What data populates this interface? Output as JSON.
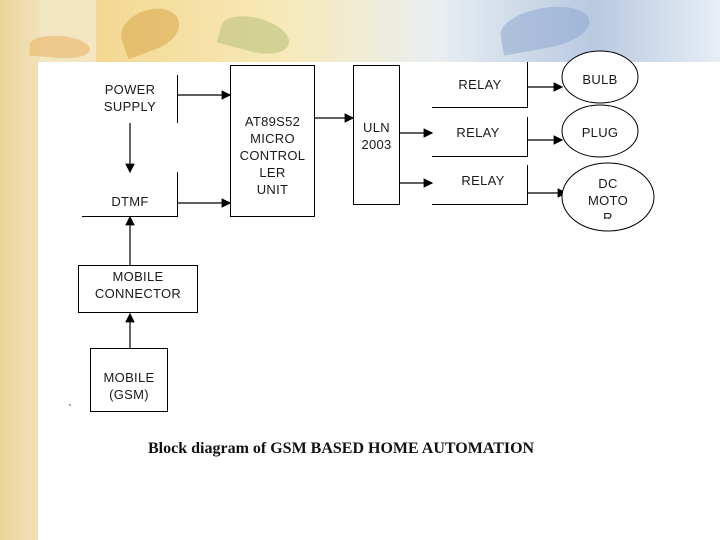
{
  "diagram": {
    "power_supply": "POWER\nSUPPLY",
    "dtmf": "DTMF",
    "mobile_connector": "MOBILE\nCONNECTOR",
    "mobile_gsm": "MOBILE\n(GSM)",
    "microcontroller": "AT89S52\nMICRO\nCONTROL\nLER\nUNIT",
    "uln": "ULN\n2003",
    "relay_1": "RELAY",
    "relay_2": "RELAY",
    "relay_3": "RELAY",
    "bulb": "BULB",
    "plug": "PLUG",
    "dc_motor": "DC\nMOTO\nR",
    "backtick": "`",
    "caption": "Block diagram  of GSM BASED HOME AUTOMATION"
  },
  "colors": {
    "background_left": "#ead59a",
    "slide": "#ffffff",
    "lines": "#000000"
  }
}
